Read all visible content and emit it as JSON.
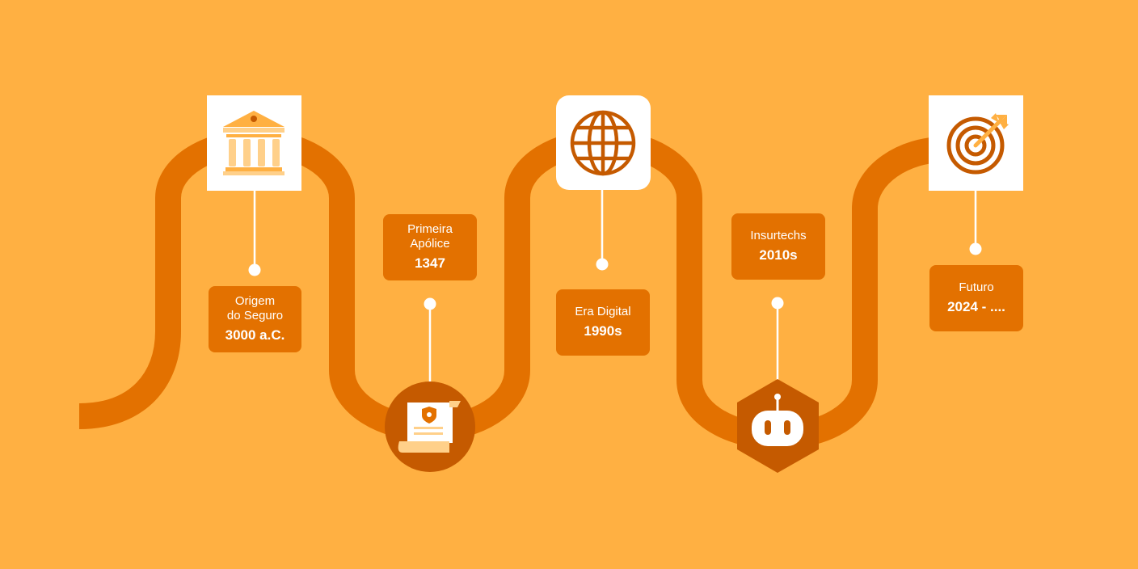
{
  "colors": {
    "background": "#FFB042",
    "track": "#E37100",
    "icon_dark": "#C55A00",
    "icon_light": "#FFD08A",
    "white": "#FFFFFF"
  },
  "milestones": [
    {
      "title": "Origem\ndo Seguro",
      "year": "3000 a.C.",
      "icon": "bank-building-icon"
    },
    {
      "title": "Primeira\nApólice",
      "year": "1347",
      "icon": "scroll-policy-icon"
    },
    {
      "title": "Era Digital",
      "year": "1990s",
      "icon": "globe-icon"
    },
    {
      "title": "Insurtechs",
      "year": "2010s",
      "icon": "robot-icon"
    },
    {
      "title": "Futuro",
      "year": "2024 - ....",
      "icon": "target-arrow-icon"
    }
  ]
}
